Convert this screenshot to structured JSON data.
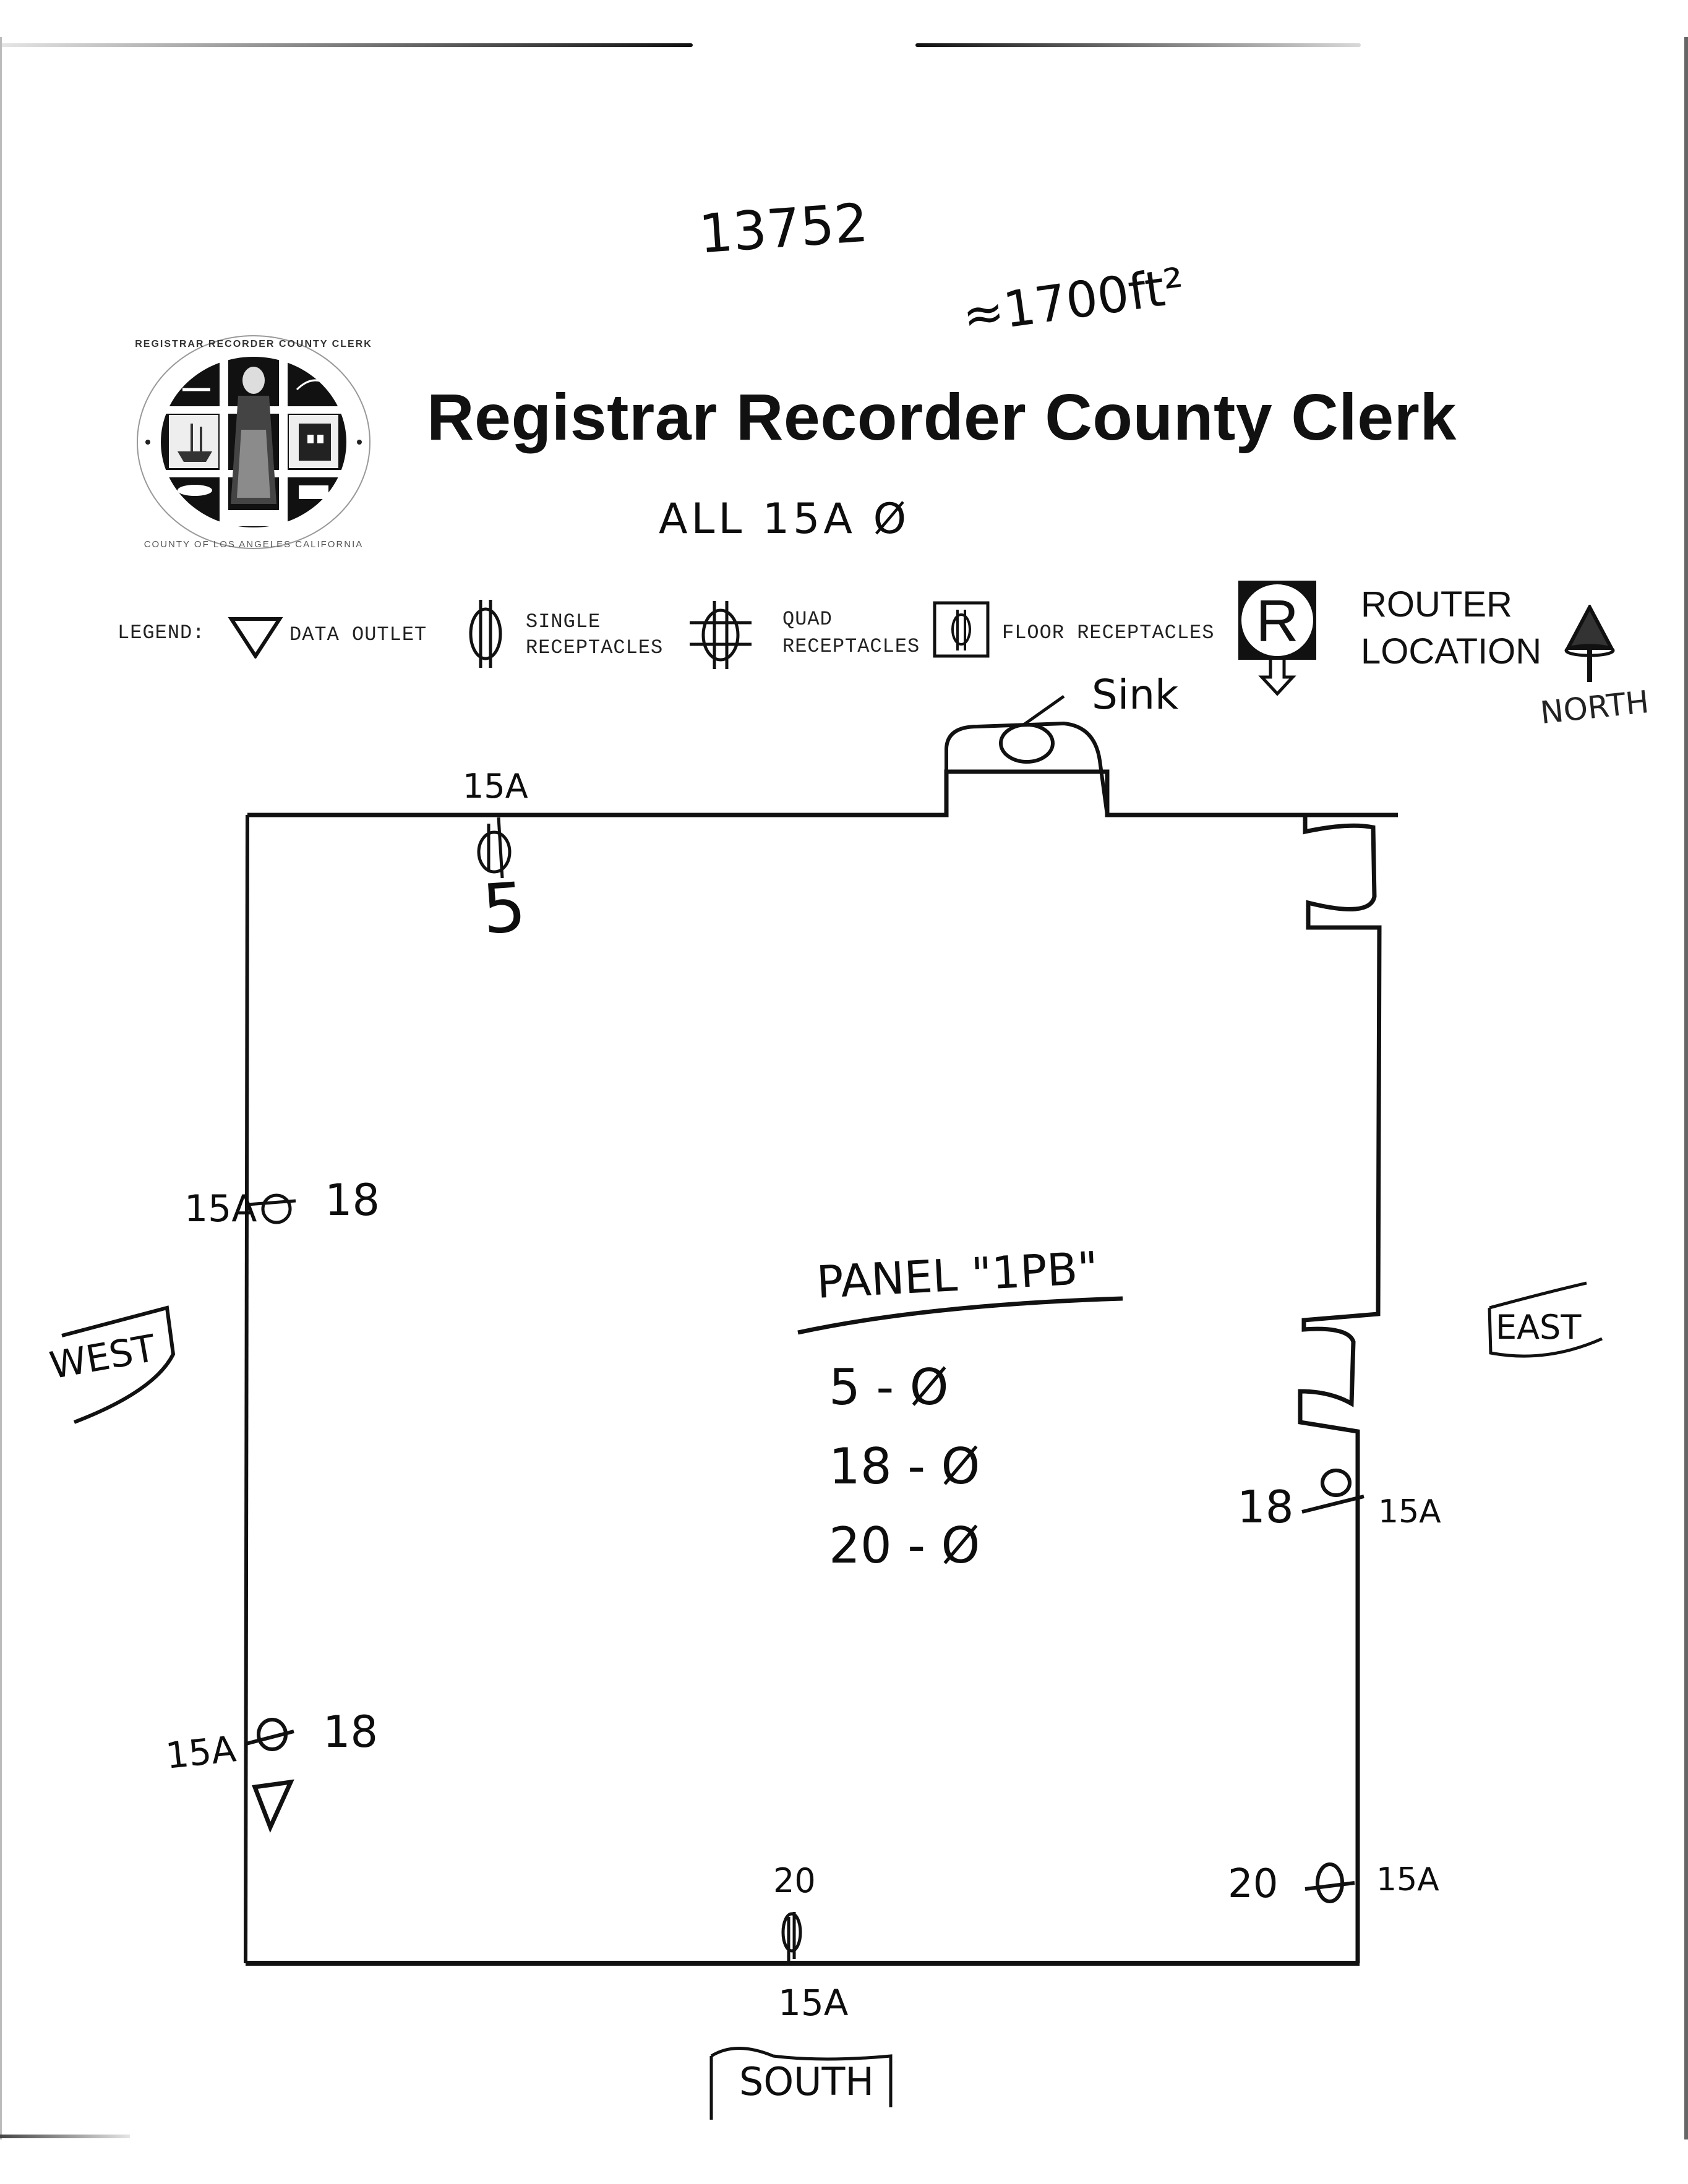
{
  "document": {
    "title": "Registrar Recorder County Clerk",
    "seal": {
      "top_text": "REGISTRAR RECORDER COUNTY CLERK",
      "bottom_text": "COUNTY OF LOS ANGELES CALIFORNIA"
    },
    "handwritten_notes": {
      "job_number": "13752",
      "area": "≈1700ft²",
      "all_note": "ALL 15A Ø"
    }
  },
  "legend": {
    "label": "LEGEND:",
    "items": [
      {
        "icon": "data-outlet-icon",
        "label": "DATA OUTLET"
      },
      {
        "icon": "single-receptacle-icon",
        "label_line1": "SINGLE",
        "label_line2": "RECEPTACLES"
      },
      {
        "icon": "quad-receptacle-icon",
        "label_line1": "QUAD",
        "label_line2": "RECEPTACLES"
      },
      {
        "icon": "floor-receptacle-icon",
        "label": "FLOOR RECEPTACLES"
      },
      {
        "icon": "router-icon",
        "glyph": "R",
        "label_line1": "ROUTER",
        "label_line2": "LOCATION"
      }
    ],
    "north": {
      "icon": "north-arrow-icon",
      "label": "NORTH"
    }
  },
  "floor_plan": {
    "sink_label": "Sink",
    "directions": {
      "west": "WEST",
      "east": "EAST",
      "south": "SOUTH"
    },
    "outlets": [
      {
        "wall": "north",
        "amps": "15A",
        "circuit": "5"
      },
      {
        "wall": "west",
        "amps": "15A",
        "circuit": "18",
        "upper": true
      },
      {
        "wall": "west",
        "amps": "15A",
        "circuit": "18",
        "lower": true,
        "data_outlet": true
      },
      {
        "wall": "east",
        "amps": "15A",
        "circuit": "18",
        "upper": true
      },
      {
        "wall": "east",
        "amps": "15A",
        "circuit": "20",
        "lower": true
      },
      {
        "wall": "south",
        "amps": "15A",
        "circuit": "20"
      }
    ],
    "panel": {
      "title": "PANEL \"1PB\"",
      "circuits": [
        {
          "circuit": "5",
          "phase": "Ø"
        },
        {
          "circuit": "18",
          "phase": "Ø"
        },
        {
          "circuit": "20",
          "phase": "Ø"
        }
      ]
    }
  }
}
